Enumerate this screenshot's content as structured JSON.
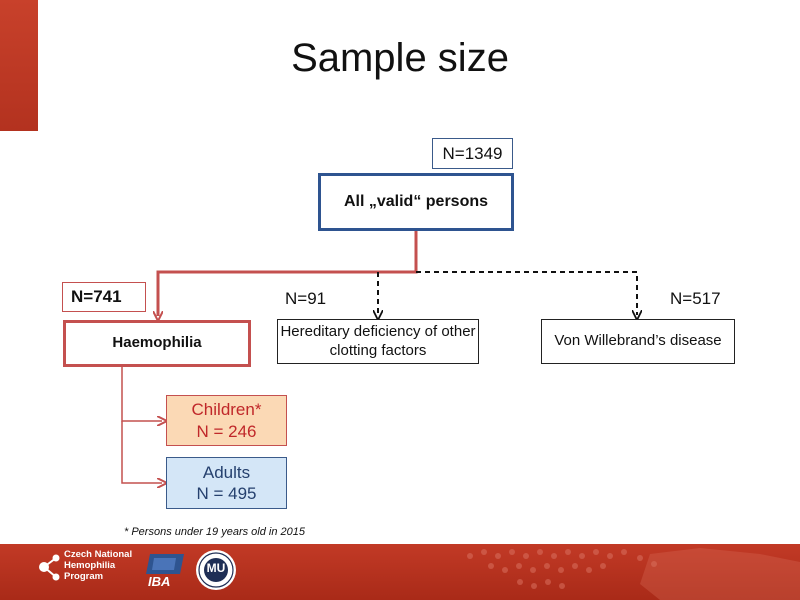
{
  "title": "Sample size",
  "nodes": {
    "total_n": "N=1349",
    "valid": "All „valid“ persons",
    "haemophilia_n": "N=741",
    "haemophilia": "Haemophilia",
    "hereditary_n": "N=91",
    "hereditary": "Hereditary deficiency of other clotting factors",
    "vwd_n": "N=517",
    "vwd": "Von Willebrand’s disease",
    "children_label": "Children*",
    "children_n": "N = 246",
    "adults_label": "Adults",
    "adults_n": "N = 495"
  },
  "footnote": "* Persons under 19 years old in 2015",
  "footer": {
    "program_line1": "Czech National",
    "program_line2": "Hemophilia",
    "program_line3": "Program",
    "iba": "IBA",
    "mu": "MU"
  },
  "colors": {
    "accent_red": "#c4504f",
    "accent_blue": "#2e5490",
    "footer_red": "#b3321f"
  }
}
